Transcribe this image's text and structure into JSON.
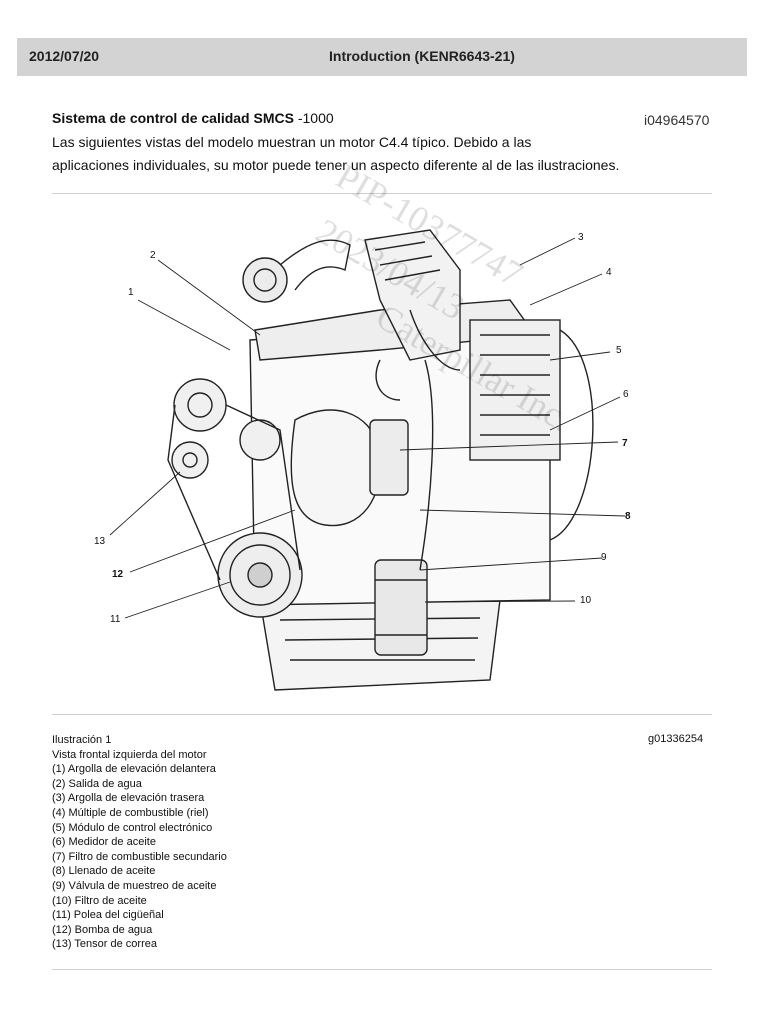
{
  "header": {
    "date": "2012/07/20",
    "title": "Introduction (KENR6643-21)"
  },
  "section": {
    "title_bold": "Sistema de control de calidad SMCS",
    "title_code": " -1000",
    "doc_id": "i04964570",
    "intro_line1": "Las siguientes vistas del modelo muestran un motor C4.4 típico. Debido a las",
    "intro_line2": "aplicaciones individuales, su motor puede tener un aspecto diferente al de las ilustraciones."
  },
  "watermark": {
    "line1": "PIP-10377747",
    "line2": "2023/04/13",
    "line3": "Caterpillar Inc."
  },
  "figure": {
    "callouts": [
      "1",
      "2",
      "3",
      "4",
      "5",
      "6",
      "7",
      "8",
      "9",
      "10",
      "11",
      "12",
      "13"
    ],
    "icon": "engine-illustration"
  },
  "caption": {
    "label": "Ilustración 1",
    "code": "g01336254",
    "subtitle": "Vista frontal izquierda del motor",
    "items": [
      "(1) Argolla de elevación delantera",
      "(2) Salida de agua",
      "(3) Argolla de elevación trasera",
      "(4) Múltiple de combustible (riel)",
      "(5) Módulo de control electrónico",
      "(6) Medidor de aceite",
      "(7) Filtro de combustible secundario",
      "(8) Llenado de aceite",
      "(9) Válvula de muestreo de aceite",
      "(10) Filtro de aceite",
      "(11) Polea del cigüeñal",
      "(12) Bomba de agua",
      "(13) Tensor de correa"
    ]
  }
}
